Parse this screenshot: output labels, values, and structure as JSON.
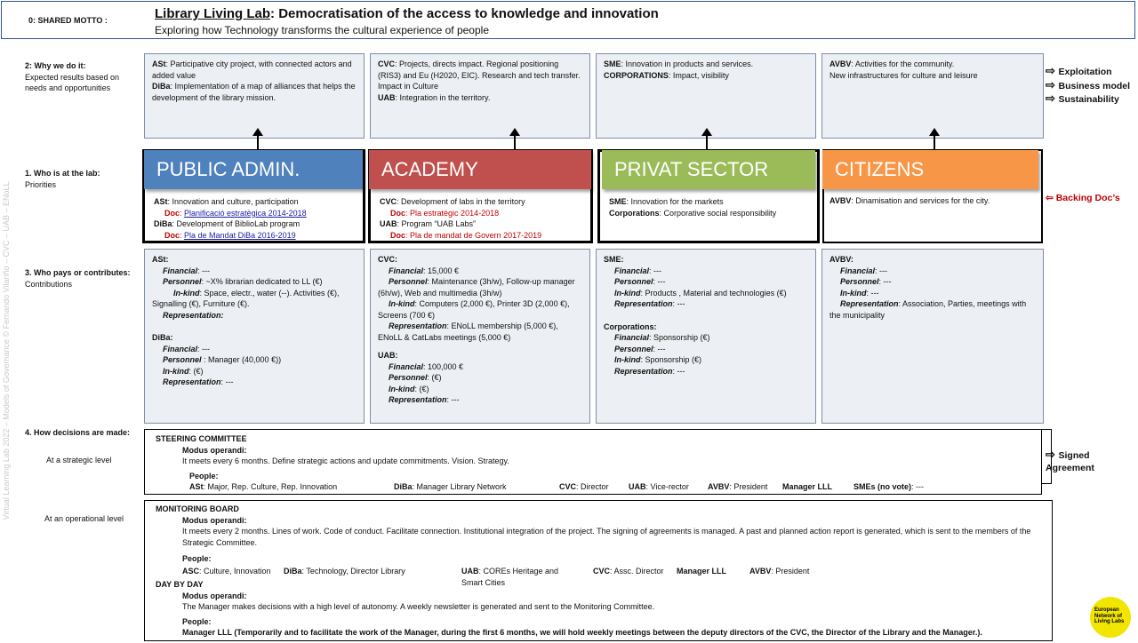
{
  "motto": {
    "label": "0: SHARED MOTTO :",
    "title_underlined": "Library Living Lab",
    "title_rest": ": Democratisation of the access to knowledge and innovation",
    "subtitle": "Exploring how Technology transforms the cultural experience of people"
  },
  "why": {
    "label": "2: Why we do it:",
    "sub": "Expected results based on needs and opportunities",
    "boxes": [
      {
        "lines": [
          {
            "k": "ASt",
            "v": ":  Participative city project,  with connected actors and added value"
          },
          {
            "k": "DiBa",
            "v": ": Implementation of a map of alliances that helps the development of the library mission."
          }
        ]
      },
      {
        "lines": [
          {
            "k": "CVC",
            "v": ": Projects, directs impact. Regional positioning (RIS3) and Eu (H2020, EIC).  Research and tech transfer. Impact in Culture"
          },
          {
            "k": "UAB",
            "v": ": Integration in the territory."
          }
        ]
      },
      {
        "lines": [
          {
            "k": "SME",
            "v": ": Innovation in products and services."
          },
          {
            "k": "CORPORATIONS",
            "v": ": Impact, visibility"
          }
        ]
      },
      {
        "lines": [
          {
            "k": "AVBV",
            "v": ": Activities for the community."
          },
          {
            "k": "",
            "v": "New infrastructures for culture and leisure"
          }
        ]
      }
    ],
    "outcomes": [
      "Exploitation",
      "Business model",
      "Sustainability"
    ]
  },
  "who": {
    "label": "1. Who is at the lab:",
    "sub": "Priorities",
    "backing": "Backing Doc’s",
    "columns": [
      {
        "title": "PUBLIC ADMIN.",
        "color": "#4f81bd",
        "l1k": "ASt",
        "l1v": ": Innovation and culture, participation",
        "d1k": "Doc",
        "d1v": "Planificació estratègica 2014-2018",
        "l2k": "DiBa",
        "l2v": ": Development of BiblioLab program",
        "d2k": "Doc",
        "d2v": "Pla de Mandat  DiBa 2016-2019"
      },
      {
        "title": "ACADEMY",
        "color": "#c0504d",
        "l1k": "CVC",
        "l1v": ": Development of labs in the territory",
        "d1k": "Doc",
        "d1v": "Pla estratègic 2014-2018",
        "l2k": "UAB",
        "l2v": ": Program “UAB Labs”",
        "d2k": "Doc",
        "d2v": "Pla de mandat de Govern 2017-2019"
      },
      {
        "title": "PRIVAT SECTOR",
        "color": "#9bbb59",
        "l1k": "SME",
        "l1v": ": Innovation for the markets",
        "l2k": "Corporations",
        "l2v": ": Corporative social responsibility"
      },
      {
        "title": "CITIZENS",
        "color": "#f79646",
        "l1k": "AVBV",
        "l1v": ": Dinamisation and services for the city."
      }
    ]
  },
  "pays": {
    "label": "3. Who pays or contributes:",
    "sub": "Contributions",
    "c1": {
      "h1": "ASt:",
      "f1": "Financial",
      ": ": ": ---",
      "p1": "Personnel",
      "p1v": ": ~X% librarian dedicated to LL (€)",
      "k1": "In-kind",
      "k1v": ": Space, electr., water (--). Activities (€), Signalling (€), Furniture (€).",
      "r1": "Representation:",
      "h2": "DiBa:",
      "f2v": ": ---",
      "p2v": " : Manager (40,000 €))",
      "k2v": ": (€)",
      "r2v": ": ---"
    },
    "c2": {
      "h1": "CVC:",
      "f1v": ": 15,000 €",
      "p1v": ": Maintenance (3h/w), Follow-up manager (6h/w), Web and multimedia (3h/w)",
      "k1v": ": Computers (2,000 €), Printer 3D (2,000 €), Screens (700 €)",
      "r1v": ": ENoLL membership (5,000 €), ENoLL & CatLabs meetings (5,000 €)",
      "h2": "UAB:",
      "f2v": ": 100,000 €",
      "p2v": ":  (€)",
      "k2v": ": (€)",
      "r2v": ": ---"
    },
    "c3": {
      "h1": "SME:",
      "f1v": ": ---",
      "p1v": ": ---",
      "k1v": ": Products , Material and technologies (€)",
      "r1v": ": ---",
      "h2": "Corporations:",
      "f2v": ": Sponsorship (€)",
      "p2v": ": ---",
      "k2v": ": Sponsorship (€)",
      "r2v": ": ---"
    },
    "c4": {
      "h1": "AVBV:",
      "f1v": ": ---",
      "p1v": ": ---",
      "k1v": ": ---",
      "r1v": ": Association, Parties, meetings with the municipality"
    },
    "words": {
      "fin": "Financial",
      "per": "Personnel",
      "ink": "In-kind",
      "rep": "Representation"
    }
  },
  "decisions": {
    "label": "4. How decisions are made:",
    "strategic_label": "At a strategic level",
    "operational_label": "At an operational level",
    "signed": "Signed Agreement",
    "steering": {
      "title": "STEERING COMMITTEE",
      "modus": "Modus operandi",
      "modus_text": "It meets every 6 months. Define strategic actions and update commitments. Vision. Strategy.",
      "people": "People",
      "ast": "ASt",
      "ast_v": ": Major, Rep. Culture, Rep. Innovation",
      "diba": "DiBa",
      "diba_v": ": Manager Library Network",
      "cvc": "CVC",
      "cvc_v": ": Director",
      "uab": "UAB",
      "uab_v": ": Vice-rector",
      "avbv": "AVBV",
      "avbv_v": ": President",
      "mgr": "Manager  LLL",
      "smes": "SMEs (no vote)",
      "smes_v": ": ---"
    },
    "monitoring": {
      "title": "MONITORING BOARD",
      "modus": "Modus operandi",
      "modus_text": "It meets every 2 months. Lines of work. Code of conduct. Facilitate connection. Institutional integration of the project. The signing of agreements is managed. A past and planned action report is generated, which is sent to the members of the Strategic Committee.",
      "people": "People",
      "asc": "ASC",
      "asc_v": ": Culture, Innovation",
      "diba": "DiBa",
      "diba_v": ": Technology, Director Library",
      "uab": "UAB",
      "uab_v": ": COREs Heritage and Smart Cities",
      "cvc": "CVC",
      "cvc_v": ": Assc. Director",
      "mgr": "Manager LLL",
      "avbv": "AVBV",
      "avbv_v": ": President",
      "day": "DAY BY DAY",
      "modus2": "Modus operandi",
      "modus2_text": "The Manager makes decisions with a high level of autonomy. A weekly newsletter is generated and sent to the Monitoring Committee.",
      "people2": "People",
      "mgr2": "Manager LLL",
      "mgr2_text": " (Temporarily and to facilitate the work of the Manager, during the first 6 months, we will hold weekly meetings between the deputy directors of the CVC, the Director of the Library and the Manager.)."
    }
  },
  "side_text": "Virtual Learning Lab 2022 – Models of Governance   © Fernando Vilariño – CVC – UAB – ENoLL",
  "logo_text": "European Network of Living Labs"
}
